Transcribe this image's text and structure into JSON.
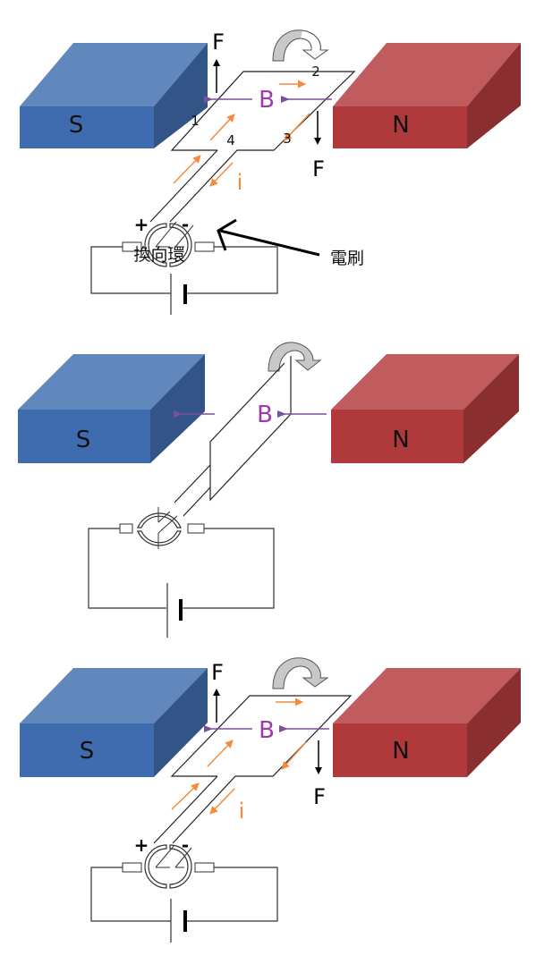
{
  "colors": {
    "south_front": "#3f6cae",
    "south_top": "#6188bd",
    "south_side": "#325487",
    "north_front": "#b0393b",
    "north_top": "#c05c5d",
    "north_side": "#8b2e2f",
    "field": "#7b4fa0",
    "field_label": "#9b3aa8",
    "current": "#f58a3c",
    "wire": "#000000",
    "rotate_fill": "#c8c8c8"
  },
  "panels": [
    {
      "id": "panel-1",
      "south_label": "S",
      "north_label": "N",
      "field_label": "B",
      "force_label_top": "F",
      "force_label_bottom": "F",
      "current_label": "i",
      "side_numbers": [
        "1",
        "2",
        "3",
        "4"
      ],
      "plus_label": "+",
      "minus_label": "-",
      "commutator_label": "換向環",
      "brush_label": "電刷"
    },
    {
      "id": "panel-2",
      "south_label": "S",
      "north_label": "N",
      "field_label": "B"
    },
    {
      "id": "panel-3",
      "south_label": "S",
      "north_label": "N",
      "field_label": "B",
      "force_label_top": "F",
      "force_label_bottom": "F",
      "current_label": "i",
      "plus_label": "+",
      "minus_label": "-"
    }
  ]
}
